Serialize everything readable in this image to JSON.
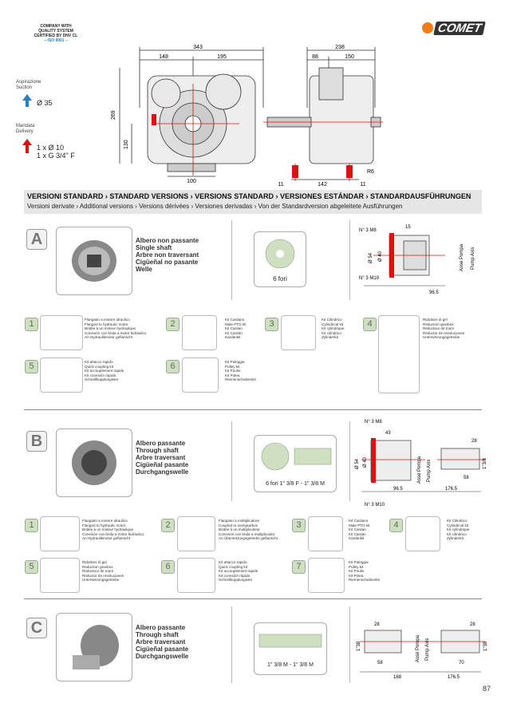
{
  "header": {
    "cert_lines": [
      "COMPANY WITH",
      "QUALITY SYSTEM",
      "CERTIFIED BY DNV CL"
    ],
    "iso": "– ISO 9001 –",
    "brand": "COMET",
    "brand_color": "#f07d1a"
  },
  "side_labels": {
    "suction": [
      "Aspirazione",
      "Suction"
    ],
    "suction_size": "Ø 35",
    "delivery": [
      "Mandata",
      "Delivery"
    ],
    "delivery_sizes": [
      "1 x Ø 10",
      "1 x G 3/4\" F"
    ]
  },
  "main_dims": {
    "front": {
      "total": "343",
      "left": "148",
      "right": "195",
      "height": "269",
      "shaft_h": "130",
      "base": "100"
    },
    "side": {
      "total": "238",
      "left": "88",
      "right": "150",
      "base": "142",
      "foot_left": "11",
      "foot_right": "11",
      "radius": "R6"
    }
  },
  "banner": {
    "line1": "VERSIONI STANDARD › STANDARD VERSIONS › VERSIONS STANDARD › VERSIONES ESTÁNDAR › STANDARDAUSFÜHRUNGEN",
    "line2": "Versioni derivate › Additional versions › Versions dérivées › Versiones derivadas › Von der Standardversion abgeleitete Ausführungen"
  },
  "sections": [
    {
      "letter": "A",
      "shaft_names": [
        "Albero non passante",
        "Single shaft",
        "Arbre non traversant",
        "Cigüeñal no pasante",
        "Welle"
      ],
      "detail_label": "6 fori",
      "dims": [
        "N° 3 M8",
        "15",
        "Ø 54",
        "Ø 40",
        "N° 3 M10",
        "96.5",
        "Asse Pompa",
        "Pump Axis"
      ],
      "kits": [
        {
          "num": "1",
          "lines": [
            "Flangiato a motore idraulico",
            "Flanged to hydraulic motor",
            "Bridée à un moteur hydraulique",
            "Conexión con brida a motor hidráulico",
            "An Hydraulikmotor geflanscht"
          ]
        },
        {
          "num": "2",
          "lines": [
            "Kit Cardano",
            "Male PTO kit",
            "Kit Cardan",
            "Kit Cardán",
            "Kardankit"
          ]
        },
        {
          "num": "3",
          "lines": [
            "Kit Cilindrico",
            "Cylindrical kit",
            "Kit cylindrique",
            "Kit cilíndrico",
            "Zylinderkit"
          ]
        },
        {
          "num": "4",
          "lines": [
            "Riduttore di giri",
            "Reduction gearbox",
            "Réducteur de tours",
            "Reductor de revoluciones",
            "Untersetzungsgetriebe"
          ]
        },
        {
          "num": "5",
          "lines": [
            "Kit attacco rapido",
            "Quick coupling kit",
            "Kit accouplement rapide",
            "Kit conexión rápida",
            "Schnellkupplungsset"
          ]
        },
        {
          "num": "6",
          "lines": [
            "Kit Puleggia",
            "Pulley kit",
            "Kit Poulie",
            "Kit Polea",
            "Riemenscheibenkit"
          ]
        }
      ]
    },
    {
      "letter": "B",
      "shaft_names": [
        "Albero passante",
        "Through shaft",
        "Arbre traversant",
        "Cigüeñal pasante",
        "Durchgangswelle"
      ],
      "detail_label": "6 fori 1\" 3/8 F - 1\" 3/8 M",
      "dims": [
        "N° 3 M8",
        "43",
        "Ø 54",
        "Ø 40",
        "96.5",
        "176.5",
        "N° 3 M10",
        "28",
        "1\"3/8",
        "58",
        "Asse Pompa",
        "Pump Axis"
      ],
      "kits": [
        {
          "num": "1",
          "lines": [
            "Flangiato a motore idraulico",
            "Flanged to hydraulic motor",
            "Bridée à un moteur hydraulique",
            "Conexión con brida a motor hidráulico",
            "An Hydraulikmotor geflanscht"
          ]
        },
        {
          "num": "2",
          "lines": [
            "Flangiato a moltiplicatore",
            "Coupled to overgearbox",
            "Bridée à un multiplicateur",
            "Conexión con brida a multiplicador",
            "An Übersetzungsgetriebe geflanscht"
          ]
        },
        {
          "num": "3",
          "lines": [
            "Kit Cardano",
            "Male PTO kit",
            "Kit Cardan",
            "Kit Cardán",
            "Kardankit"
          ]
        },
        {
          "num": "4",
          "lines": [
            "Kit Cilindrico",
            "Cylindrical kit",
            "Kit cylindrique",
            "Kit cilíndrico",
            "Zylinderkit"
          ]
        },
        {
          "num": "5",
          "lines": [
            "Riduttore di giri",
            "Reduction gearbox",
            "Réducteur de tours",
            "Reductor de revoluciones",
            "Untersetzungsgetriebe"
          ]
        },
        {
          "num": "6",
          "lines": [
            "Kit attacco rapido",
            "Quick coupling kit",
            "Kit accouplement rapide",
            "Kit conexión rápida",
            "Schnellkupplungsset"
          ]
        },
        {
          "num": "7",
          "lines": [
            "Kit Puleggia",
            "Pulley kit",
            "Kit Poulie",
            "Kit Polea",
            "Riemenscheibenkit"
          ]
        }
      ]
    },
    {
      "letter": "C",
      "shaft_names": [
        "Albero passante",
        "Through shaft",
        "Arbre traversant",
        "Cigüeñal pasante",
        "Durchgangswelle"
      ],
      "detail_label": "1\" 3/8 M - 1\" 3/8 M",
      "dims": [
        "28",
        "28",
        "1\"38",
        "1\"38",
        "58",
        "70",
        "168",
        "176.5",
        "Asse Pompa",
        "Pump Axis"
      ],
      "kits": []
    }
  ],
  "page_number": "87"
}
